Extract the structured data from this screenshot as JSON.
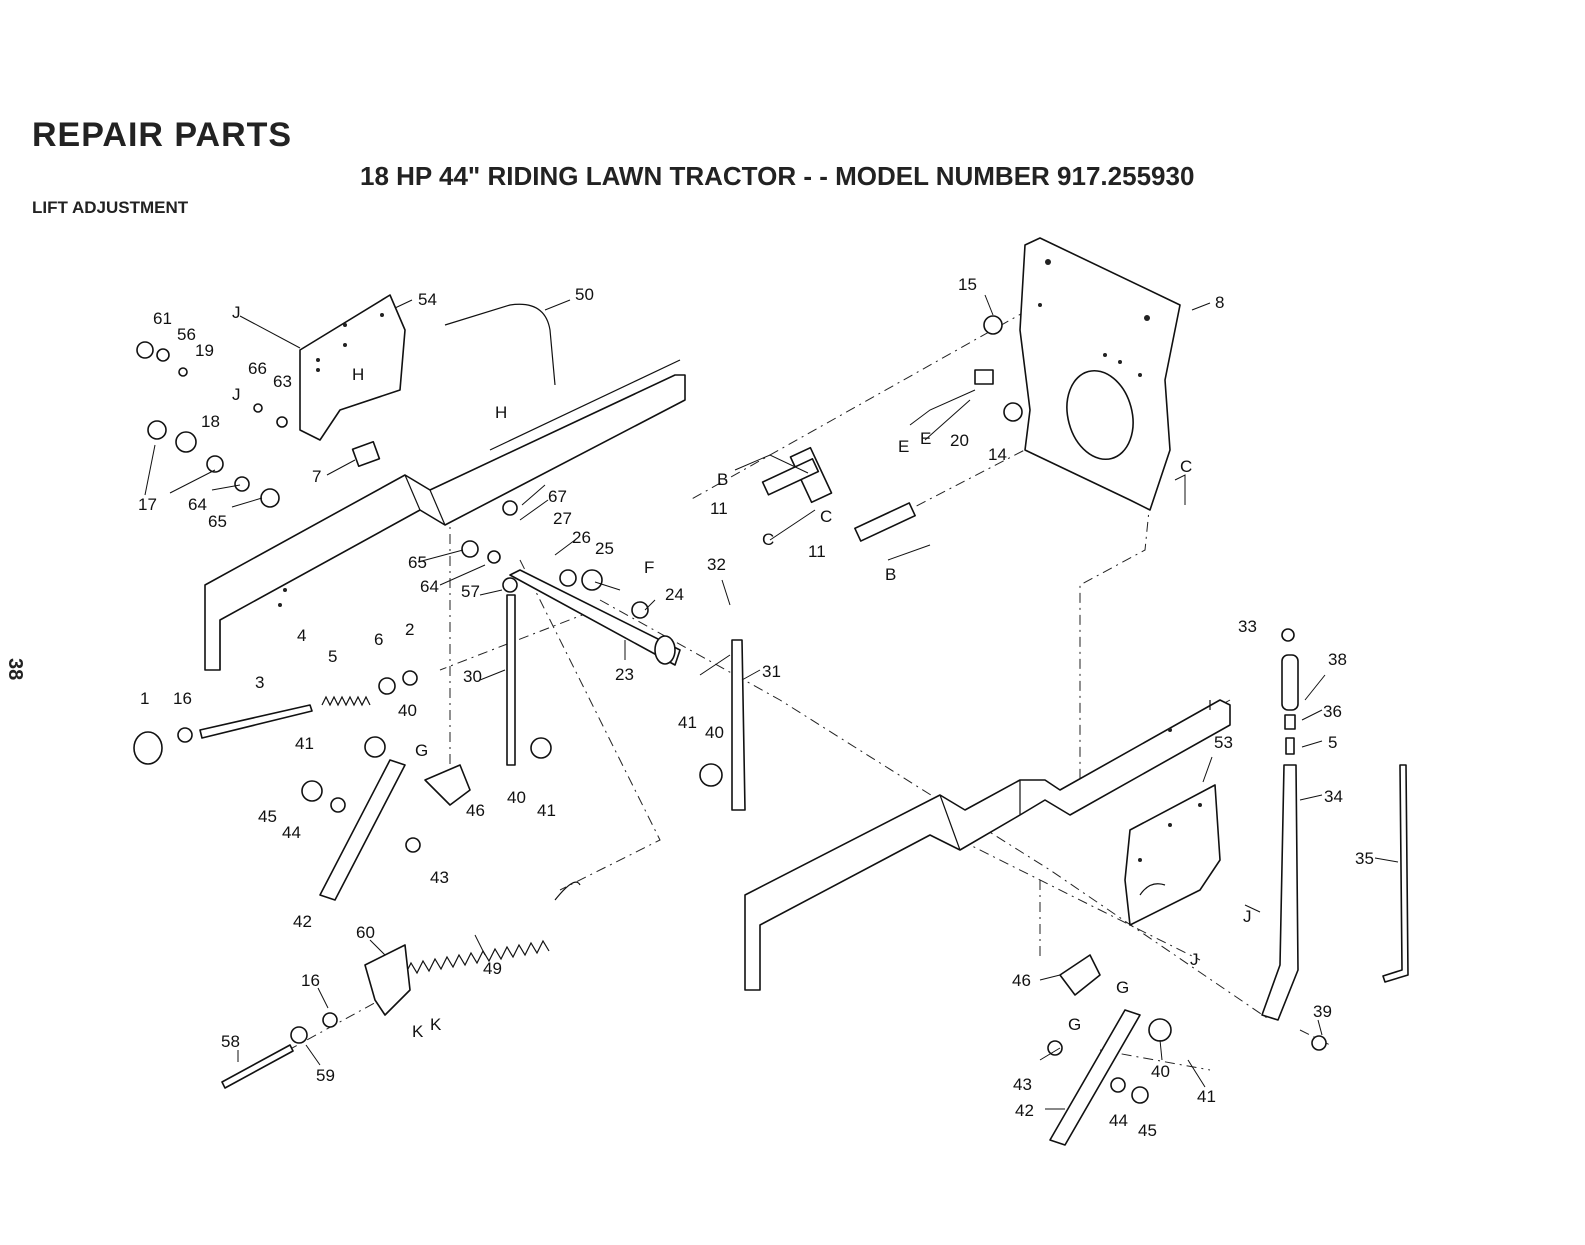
{
  "header": {
    "title": "REPAIR PARTS",
    "subtitle": "18 HP 44\" RIDING LAWN TRACTOR - - MODEL NUMBER 917.255930",
    "section": "LIFT ADJUSTMENT",
    "page_number": "38"
  },
  "callouts": [
    "61",
    "56",
    "19",
    "66",
    "63",
    "18",
    "17",
    "64",
    "65",
    "7",
    "54",
    "50",
    "15",
    "8",
    "20",
    "14",
    "11",
    "67",
    "27",
    "26",
    "25",
    "24",
    "32",
    "4",
    "5",
    "6",
    "2",
    "3",
    "1",
    "16",
    "30",
    "23",
    "31",
    "33",
    "38",
    "36",
    "34",
    "35",
    "53",
    "40",
    "41",
    "45",
    "44",
    "43",
    "42",
    "46",
    "57",
    "60",
    "49",
    "58",
    "59",
    "39"
  ],
  "ref_letters": [
    "J",
    "H",
    "B",
    "C",
    "E",
    "F",
    "G",
    "K"
  ]
}
